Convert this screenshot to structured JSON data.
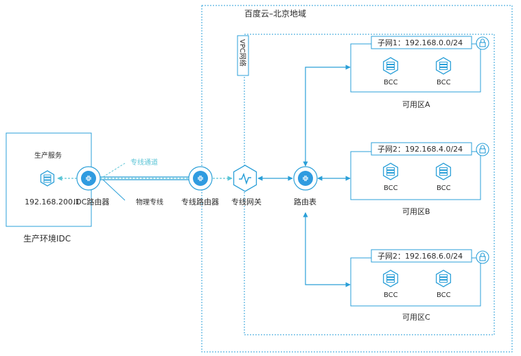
{
  "region_title": "百度云–北京地域",
  "vpc_label": "VPC网络",
  "idc": {
    "title": "生产环境IDC",
    "service_label": "生产服务",
    "ip": "192.168.200.1",
    "router_label": "IDC路由器"
  },
  "links": {
    "channel_label": "专线通道",
    "physical_label": "物理专线"
  },
  "nodes": {
    "dedicated_router": "专线路由器",
    "dedicated_gateway": "专线网关",
    "route_table": "路由表"
  },
  "zones": [
    {
      "subnet": "子网1：192.168.0.0/24",
      "zone": "可用区A",
      "instances": [
        "BCC",
        "BCC"
      ]
    },
    {
      "subnet": "子网2：192.168.4.0/24",
      "zone": "可用区B",
      "instances": [
        "BCC",
        "BCC"
      ]
    },
    {
      "subnet": "子网2：192.168.6.0/24",
      "zone": "可用区C",
      "instances": [
        "BCC",
        "BCC"
      ]
    }
  ],
  "colors": {
    "accent": "#2a9fd8",
    "node_fill": "#2f9be0",
    "channel": "#5cc5d6"
  }
}
